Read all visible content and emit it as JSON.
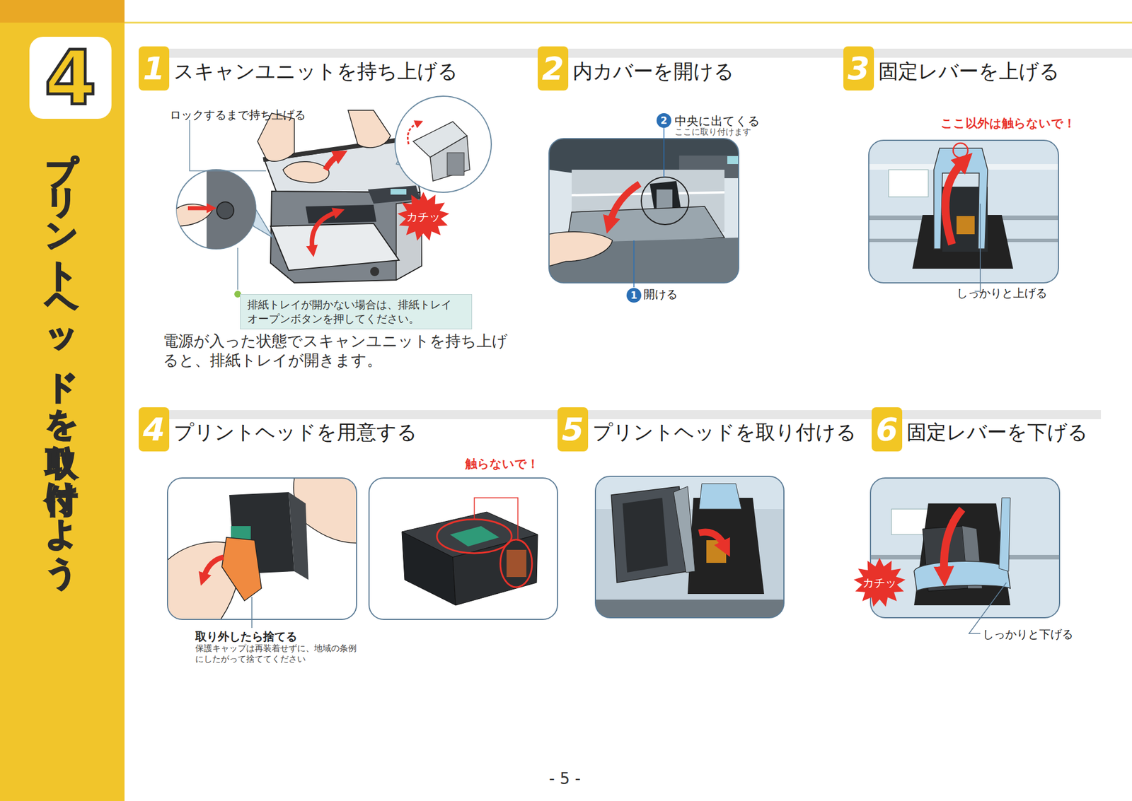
{
  "diagram": {
    "title": "プリントヘッドを取り付けよう",
    "nodes": [
      {
        "text": [
          "4"
        ]
      },
      {
        "text": [
          "スキャンユニットを持ち上げる"
        ]
      },
      {
        "text": [
          "1"
        ],
        "in": 1
      },
      {
        "text": [
          "カチッ"
        ]
      },
      {
        "text": [
          "排紙トレイが開かない場合は、排紙トレイ オープンボタンを押してください。"
        ]
      },
      {
        "text": [
          "内カバーを開ける"
        ]
      },
      {
        "text": [
          "2"
        ],
        "in": 5
      },
      {
        "text": [
          "2"
        ]
      },
      {
        "text": [
          "1"
        ]
      },
      {
        "text": [
          "固定レバーを上げる"
        ]
      },
      {
        "text": [
          "3"
        ],
        "in": 9
      },
      {
        "text": [
          "プリントヘッドを用意する"
        ]
      },
      {
        "text": [
          "4"
        ],
        "in": 11
      },
      {
        "text": [
          "プリントヘッドを取り付ける"
        ]
      },
      {
        "text": [
          "5"
        ],
        "in": 13
      },
      {
        "text": [
          "固定レバーを下げる"
        ]
      },
      {
        "text": [
          "6"
        ],
        "in": 15
      },
      {
        "text": [
          "カチッ"
        ]
      }
    ],
    "labels": [
      "ロックするまで持ち上げる",
      "電源が入った状態でスキャンユニットを持ち上げると、排紙トレイが開きます。",
      "中央に出てくる",
      "ここに取り付けます",
      "開ける",
      "ここ以外は触らないで！",
      "しっかりと上げる",
      "触らないで！",
      "取り外したら捨てる",
      "保護キャップは再装着せずに、地域の条例にしたがって捨ててください",
      "しっかりと下げる",
      "- 5 -"
    ]
  }
}
